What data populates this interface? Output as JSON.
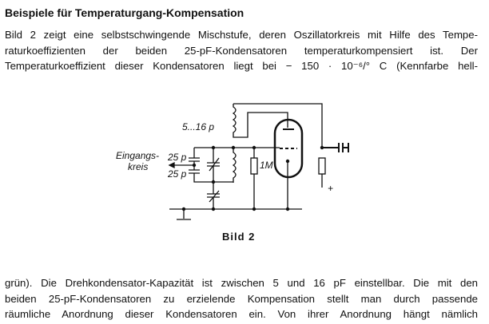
{
  "heading": "Beispiele für Temperaturgang-Kompensation",
  "para1": [
    "Bild 2 zeigt eine selbstschwingende Mischstufe, deren Oszillatorkreis mit Hilfe des Tempe-",
    "raturkoeffizienten der beiden 25-pF-Kondensatoren temperaturkompensiert ist. Der",
    "Temperaturkoeffizient dieser Kondensatoren liegt bei − 150 · 10⁻⁶/° C (Kennfarbe hell-"
  ],
  "figure": {
    "label_trimmer": "5...16 p",
    "label_input_1": "Eingangs-",
    "label_input_2": "kreis",
    "label_cap_top": "25 p",
    "label_cap_bottom": "25 p",
    "label_resistor": "1M",
    "label_plus": "+",
    "caption": "Bild 2"
  },
  "para2": [
    "grün). Die Drehkondensator-Kapazität ist zwischen 5 und 16 pF einstellbar. Die mit den",
    "beiden 25-pF-Kondensatoren zu erzielende Kompensation stellt man durch passende",
    "räumliche Anordnung dieser Kondensatoren ein. Von ihrer Anordnung hängt nämlich"
  ]
}
